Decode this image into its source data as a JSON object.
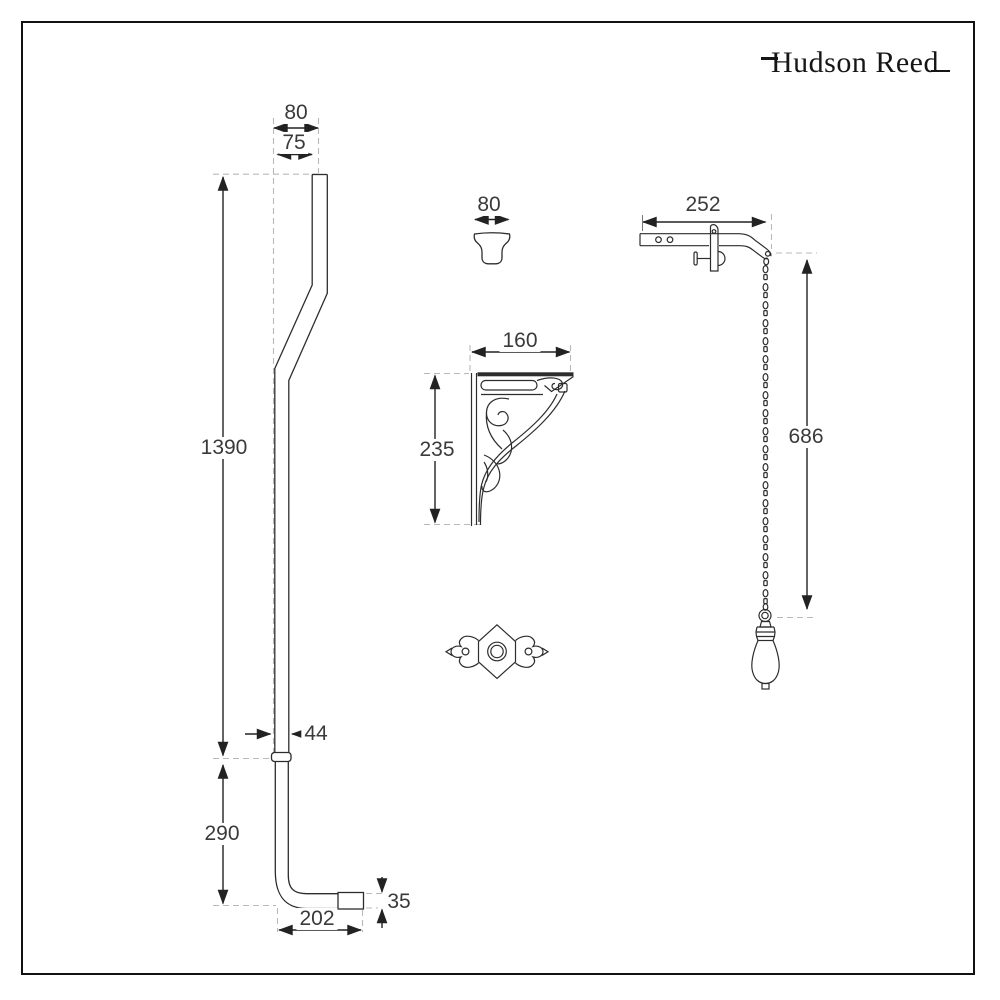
{
  "brand": {
    "logo_text": "Hudson Reed"
  },
  "colors": {
    "line": "#2d2d2d",
    "dimension_line": "#222222",
    "dimension_text": "#3a3a3a",
    "guide_dashed": "#b9b9b9",
    "border": "#111111",
    "background": "#ffffff"
  },
  "dimensions": {
    "flush_pipe": {
      "top_offset": "80",
      "top_offset_inner": "75",
      "upper_length": "1390",
      "pipe_diameter": "44",
      "lower_length": "290",
      "foot_length": "202",
      "outlet_height": "35"
    },
    "flush_cone": {
      "width": "80"
    },
    "bracket": {
      "width": "160",
      "height": "235"
    },
    "lever_and_chain": {
      "lever_length": "252",
      "chain_length": "686"
    }
  }
}
